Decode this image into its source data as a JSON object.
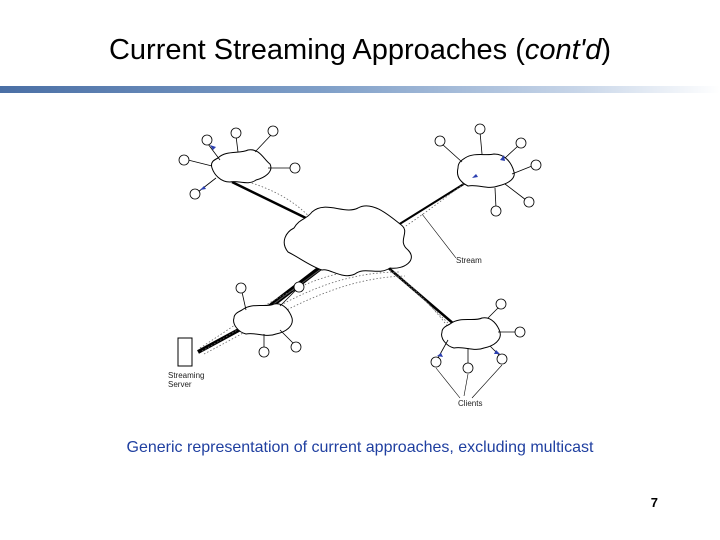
{
  "slide": {
    "title_main": "Current Streaming Approaches (",
    "title_italic": "cont'd",
    "title_end": ")",
    "caption": "Generic representation of current approaches, excluding multicast",
    "page_number": "7"
  },
  "diagram": {
    "labels": {
      "server_line1": "Streaming",
      "server_line2": "Server",
      "stream": "Stream",
      "clients": "Clients"
    }
  },
  "colors": {
    "title_bar_start": "#4a6fa5",
    "caption": "#1f3fa0",
    "client_arrow": "#2b3fb0"
  }
}
